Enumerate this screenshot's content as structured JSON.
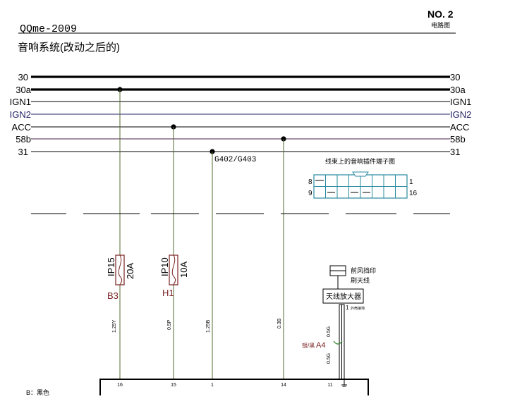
{
  "header": {
    "model": "QQme-2009",
    "sheet_no": "NO. 2",
    "sheet_label": "电路图",
    "title": "音响系统(改动之后的)"
  },
  "buses": [
    {
      "label": "30",
      "color": "#000000",
      "heavy": true
    },
    {
      "label": "30a",
      "color": "#000000",
      "heavy": true
    },
    {
      "label": "IGN1",
      "color": "#000000",
      "heavy": false
    },
    {
      "label": "IGN2",
      "color": "#222266",
      "heavy": false
    },
    {
      "label": "ACC",
      "color": "#000000",
      "heavy": false
    },
    {
      "label": "58b",
      "color": "#442244",
      "heavy": false
    },
    {
      "label": "31",
      "color": "#000000",
      "heavy": false
    }
  ],
  "ground_label": "G402/G403",
  "connector": {
    "caption": "线束上的音响插件端子图",
    "left_top": "8",
    "left_bottom": "9",
    "right_top": "1",
    "right_bottom": "16"
  },
  "fuses": [
    {
      "name": "IP15",
      "rating": "20A",
      "code": "B3"
    },
    {
      "name": "IP10",
      "rating": "10A",
      "code": "H1"
    }
  ],
  "wire_labels": [
    "1.25Y",
    "0.5P",
    "1.25B",
    "0.3B",
    "0.5G",
    "0.5G"
  ],
  "pins": [
    "16",
    "15",
    "1",
    "14",
    "11"
  ],
  "antenna": {
    "label_line1": "前风挡印",
    "label_line2": "刷天线",
    "amp_label": "天线放大器",
    "shield_note": "外壳接地",
    "pin_no": "1",
    "conn_code": "A4",
    "conn_prefix": "银/黑"
  },
  "legend": {
    "item": "B：黑色"
  }
}
